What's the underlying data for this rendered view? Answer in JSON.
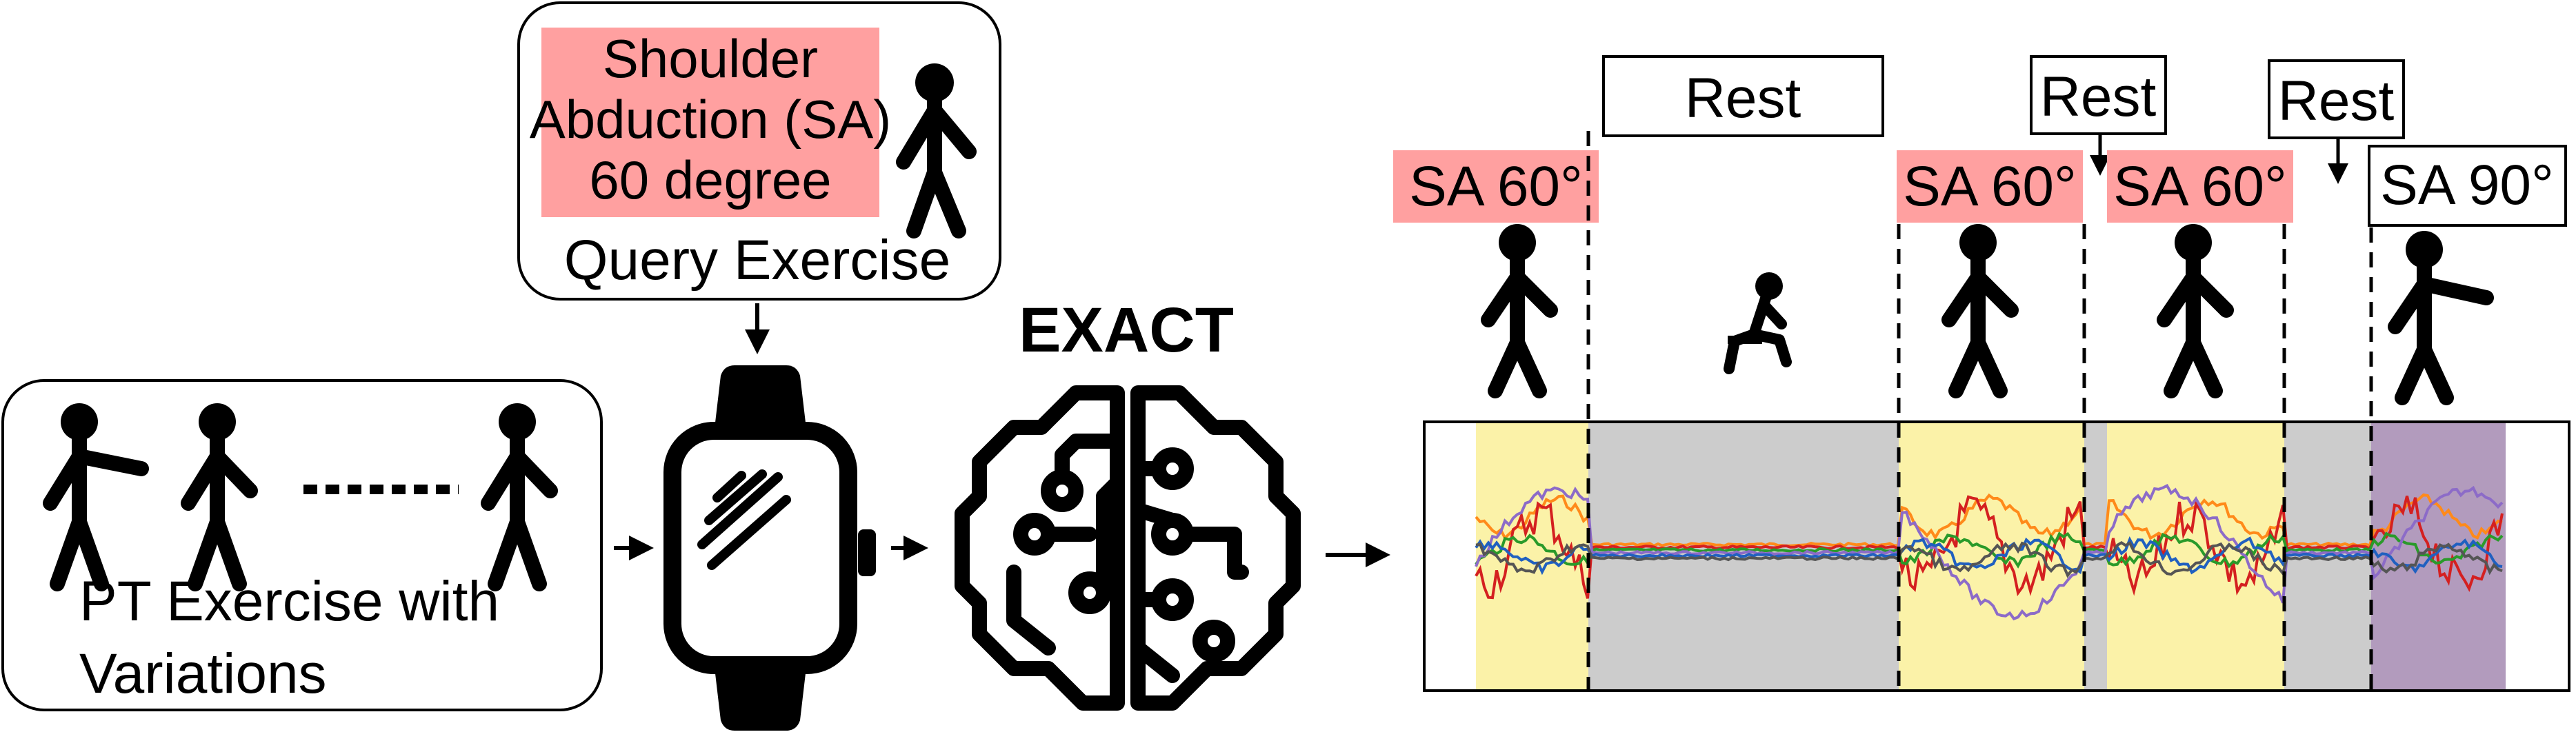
{
  "query_box": {
    "exercise_name_line1": "Shoulder",
    "exercise_name_line2": "Abduction (SA)",
    "exercise_name_line3": "60 degree",
    "caption": "Query Exercise"
  },
  "pt_box": {
    "caption_line1": "PT Exercise with",
    "caption_line2": "Variations"
  },
  "model": {
    "name": "EXACT"
  },
  "segments": {
    "labels": [
      {
        "text": "SA 60°",
        "kind": "exercise",
        "color": "#ffa0a0"
      },
      {
        "text": "Rest",
        "kind": "rest"
      },
      {
        "text": "SA 60°",
        "kind": "exercise",
        "color": "#ffa0a0"
      },
      {
        "text": "Rest",
        "kind": "rest"
      },
      {
        "text": "SA 60°",
        "kind": "exercise",
        "color": "#ffa0a0"
      },
      {
        "text": "Rest",
        "kind": "rest"
      },
      {
        "text": "SA 90°",
        "kind": "exercise",
        "color": "#ffffff"
      }
    ]
  },
  "signal_panel": {
    "region_colors": {
      "exercise": "#fbf2a8",
      "rest": "#cccccc",
      "variation": "#b29bbd"
    },
    "series_colors": [
      "#ff8a1a",
      "#d42020",
      "#2a9a2a",
      "#8c6bc8",
      "#2060c0",
      "#555555"
    ]
  },
  "icons": [
    "watch-icon",
    "brain-circuit-icon",
    "stick-figure-icon",
    "sitting-figure-icon"
  ]
}
